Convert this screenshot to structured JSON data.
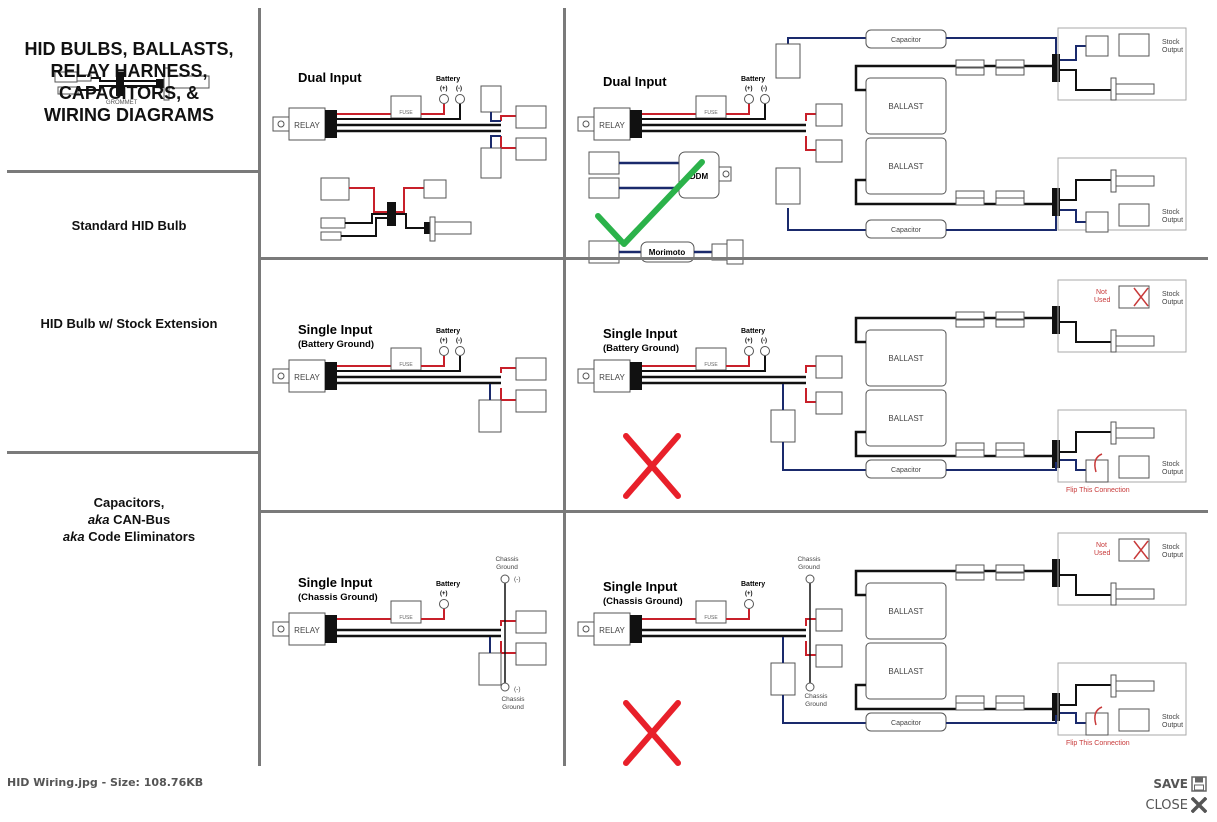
{
  "image": {
    "filename_caption": "HID Wiring.jpg - Size: 108.76KB",
    "main_title_lines": [
      "HID BULBS, BALLASTS,",
      "RELAY HARNESS,",
      "CAPACITORS, &",
      "WIRING DIAGRAMS"
    ],
    "left_panels": {
      "standard_bulb": {
        "title": "Standard HID Bulb",
        "grommet_label": "GROMMET"
      },
      "stock_extension": {
        "title": "HID Bulb w/ Stock Extension"
      },
      "capacitors": {
        "title_lines": [
          "Capacitors,",
          "aka CAN-Bus",
          "aka Code Eliminators"
        ],
        "aka_word": "aka",
        "line2_rest": " CAN-Bus",
        "line3_rest": " Code Eliminators",
        "ddm_label": "DDM",
        "morimoto_label": "Morimoto"
      }
    },
    "labels": {
      "relay": "RELAY",
      "fuse": "FUSE",
      "battery": "Battery",
      "plus": "(+)",
      "minus": "(-)",
      "ballast": "BALLAST",
      "capacitor": "Capacitor",
      "stock": "Stock",
      "output": "Output",
      "not": "Not",
      "used": "Used",
      "flip": "Flip This Connection",
      "chassis": "Chassis",
      "ground": "Ground"
    },
    "rows": [
      {
        "title": "Dual Input",
        "subtitle": "",
        "verdict": "correct"
      },
      {
        "title": "Single Input",
        "subtitle": "(Battery Ground)",
        "verdict": "incorrect"
      },
      {
        "title": "Single Input",
        "subtitle": "(Chassis Ground)",
        "verdict": "incorrect"
      }
    ],
    "colors": {
      "red_wire": "#c8202a",
      "blue_wire": "#1a2a6c",
      "black_wire": "#111111",
      "check_green": "#2bb24a",
      "cross_red": "#e8202a",
      "annotation_red": "#c83a3a",
      "divider": "#7a7a7a"
    }
  },
  "footer": {
    "save_label": "SAVE",
    "close_label": "CLOSE",
    "save_icon": "floppy-disk-icon",
    "close_icon": "close-x-icon"
  }
}
